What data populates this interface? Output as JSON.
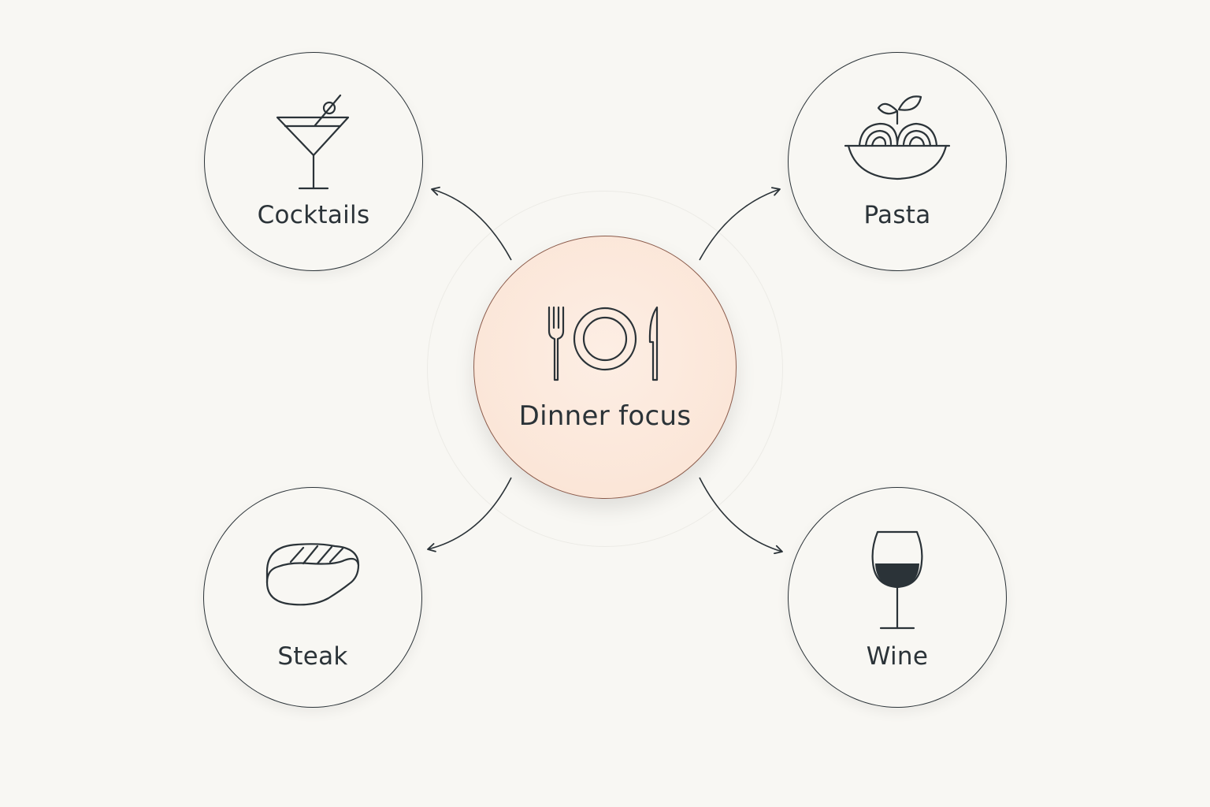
{
  "center": {
    "label": "Dinner focus",
    "icon": "plate-fork-knife-icon"
  },
  "nodes": [
    {
      "id": "cocktails",
      "label": "Cocktails",
      "icon": "cocktail-glass-icon"
    },
    {
      "id": "pasta",
      "label": "Pasta",
      "icon": "pasta-bowl-icon"
    },
    {
      "id": "steak",
      "label": "Steak",
      "icon": "steak-icon"
    },
    {
      "id": "wine",
      "label": "Wine",
      "icon": "wine-glass-icon"
    }
  ],
  "colors": {
    "background": "#f8f7f3",
    "stroke": "#2b3338",
    "center_fill": "#fbe6d8",
    "center_border": "#8a5a4a"
  }
}
